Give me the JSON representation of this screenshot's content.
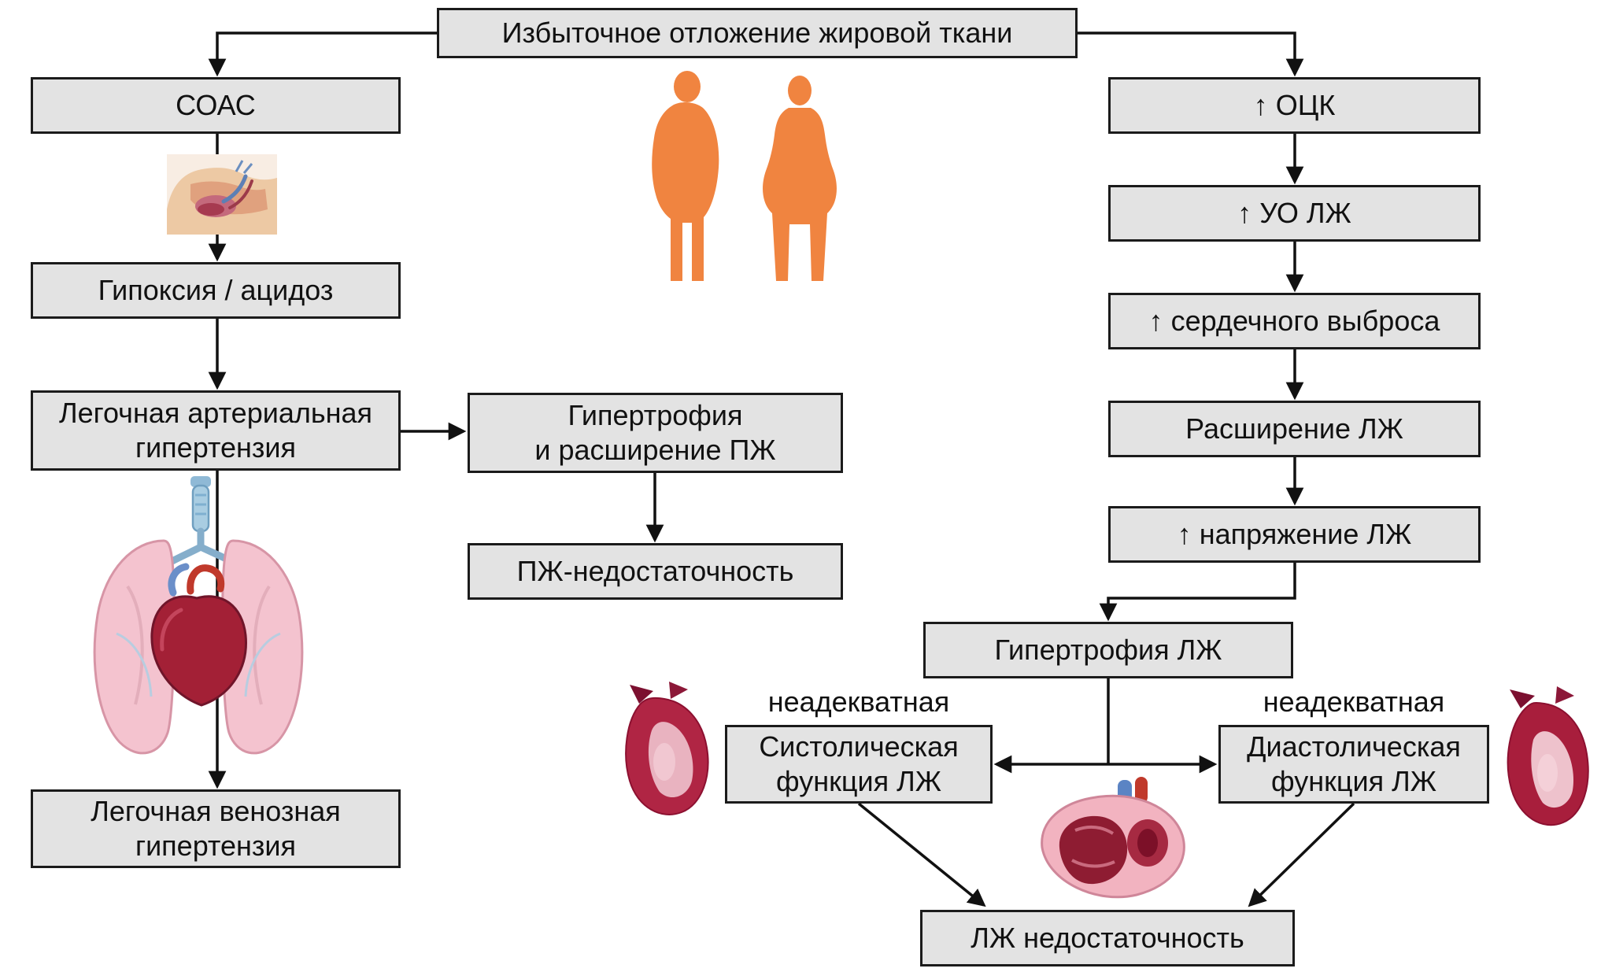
{
  "title": "Избыточное отложение жировой ткани",
  "left_branch": {
    "soas": "СОАС",
    "hypoxia_acidosis": "Гипоксия / ацидоз",
    "pulmonary_arterial_hypertension": "Легочная артериальная\nгипертензия",
    "pulmonary_venous_hypertension": "Легочная венозная\nгипертензия"
  },
  "middle_branch": {
    "rv_hypertrophy_dilation": "Гипертрофия\nи расширение ПЖ",
    "rv_failure": "ПЖ-недостаточность"
  },
  "right_branch": {
    "circulating_blood_volume": "↑ ОЦК",
    "lv_stroke_volume": "↑ УО ЛЖ",
    "cardiac_output": "↑ сердечного выброса",
    "lv_dilation": "Расширение ЛЖ",
    "lv_wall_tension": "↑ напряжение ЛЖ",
    "lv_hypertrophy": "Гипертрофия ЛЖ",
    "inadequate_systolic": "неадекватная",
    "inadequate_diastolic": "неадекватная",
    "lv_systolic_function": "Систолическая\nфункция ЛЖ",
    "lv_diastolic_function": "Диастолическая\nфункция ЛЖ",
    "lv_failure": "ЛЖ недостаточность"
  },
  "illustrations": {
    "sleep_apnea": "sleep-apnea-illustration",
    "obese_bodies": "obese-body-silhouettes",
    "lungs_heart": "lungs-heart-illustration",
    "heart_left": "heart-cross-section-left",
    "heart_center": "heart-illustration-center",
    "heart_right": "heart-cross-section-right"
  },
  "colors": {
    "box_fill": "#e3e3e3",
    "box_border": "#1b1b1b",
    "arrow": "#111111",
    "silhouette_orange": "#f08440",
    "text": "#111111"
  }
}
